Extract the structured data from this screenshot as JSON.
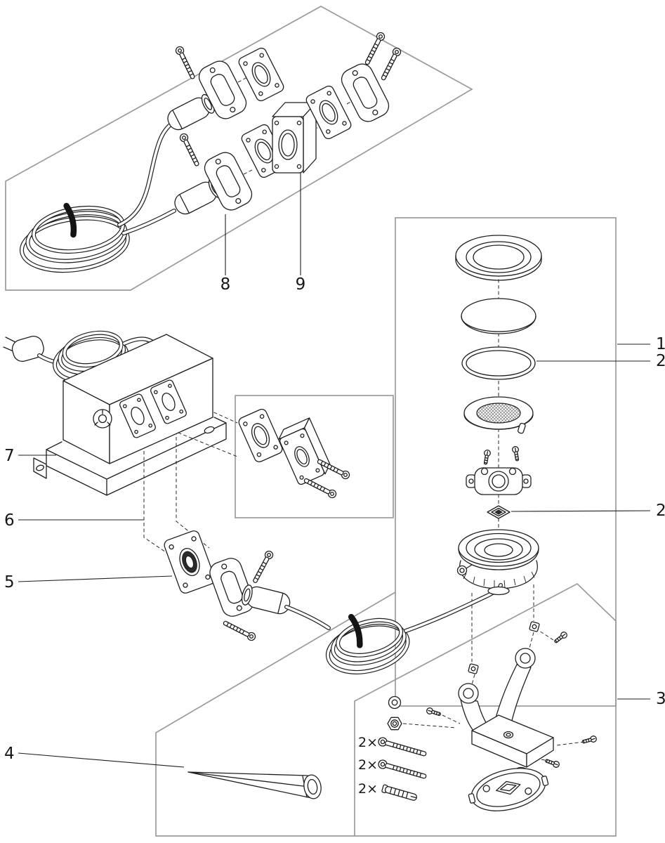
{
  "diagram": {
    "colors": {
      "background": "#ffffff",
      "line": "#1f1f1f",
      "panel_border": "#9b9b9b",
      "seal_fill": "#2b2b2b"
    },
    "callouts": {
      "part1": "1",
      "part2_oring": "2",
      "part2_clamp": "2",
      "part3": "3",
      "part4": "4",
      "part5": "5",
      "part6": "6",
      "part7": "7",
      "part8": "8",
      "part9": "9"
    },
    "quantities": {
      "screws_a": "2×",
      "screws_b": "2×",
      "anchors": "2×"
    }
  }
}
